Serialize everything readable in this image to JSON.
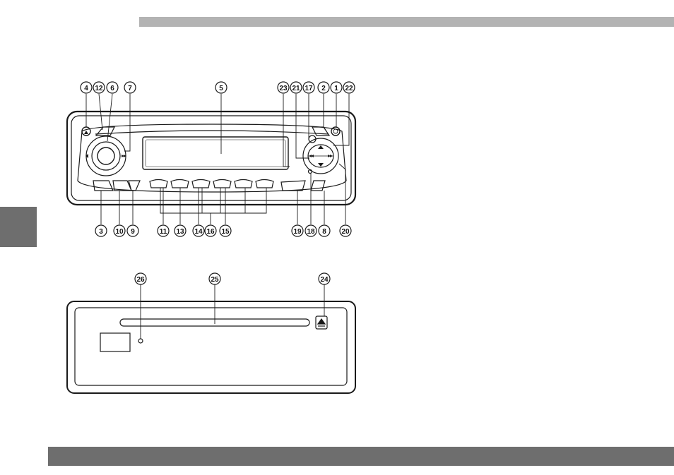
{
  "callouts": {
    "c1": "1",
    "c2": "2",
    "c3": "3",
    "c4": "4",
    "c5": "5",
    "c6": "6",
    "c7": "7",
    "c8": "8",
    "c9": "9",
    "c10": "10",
    "c11": "11",
    "c12": "12",
    "c13": "13",
    "c14": "14",
    "c15": "15",
    "c16": "16",
    "c17": "17",
    "c18": "18",
    "c19": "19",
    "c20": "20",
    "c21": "21",
    "c22": "22",
    "c23": "23",
    "c24": "24",
    "c25": "25",
    "c26": "26"
  },
  "colors": {
    "bar_light": "#b3b3b3",
    "bar_dark": "#6e6e6e",
    "line": "#1a1a1a"
  },
  "icons": {
    "eject": "eject-icon",
    "power": "power-icon",
    "arrow_up": "arrow-up-icon"
  }
}
